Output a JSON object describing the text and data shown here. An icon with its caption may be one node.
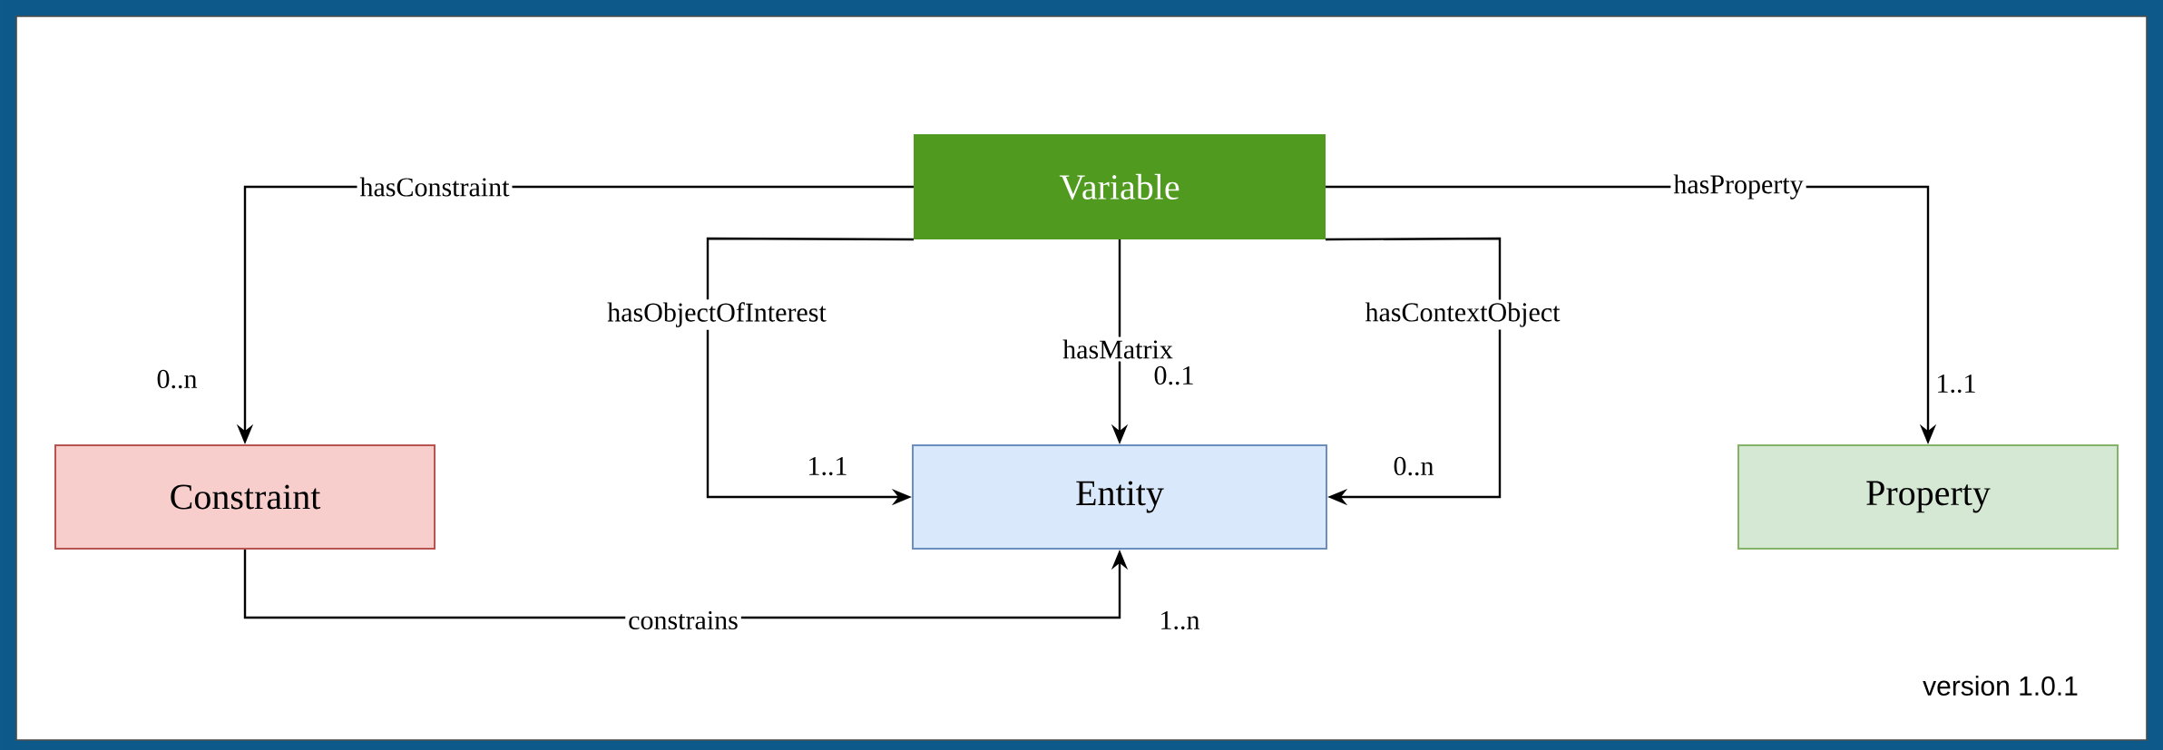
{
  "diagram": {
    "nodes": [
      {
        "text": [
          "Variable"
        ]
      },
      {
        "text": [
          "Constraint"
        ]
      },
      {
        "text": [
          "Entity"
        ]
      },
      {
        "text": [
          "Property"
        ]
      }
    ],
    "edges": [
      {
        "from": 0,
        "to": 1,
        "arrow": "to",
        "label": "hasConstraint"
      },
      {
        "from": 0,
        "to": 2,
        "arrow": "to",
        "label": "hasObjectOfInterest"
      },
      {
        "from": 0,
        "to": 2,
        "arrow": "to",
        "label": "hasMatrix"
      },
      {
        "from": 0,
        "to": 2,
        "arrow": "to",
        "label": "hasContextObject"
      },
      {
        "from": 0,
        "to": 3,
        "arrow": "to",
        "label": "hasProperty"
      },
      {
        "from": 1,
        "to": 2,
        "arrow": "to",
        "label": "constrains"
      }
    ],
    "labels": [
      "0..n",
      "0..1",
      "1..1",
      "1..1",
      "0..n",
      "1..n",
      "version 1.0.1"
    ]
  }
}
